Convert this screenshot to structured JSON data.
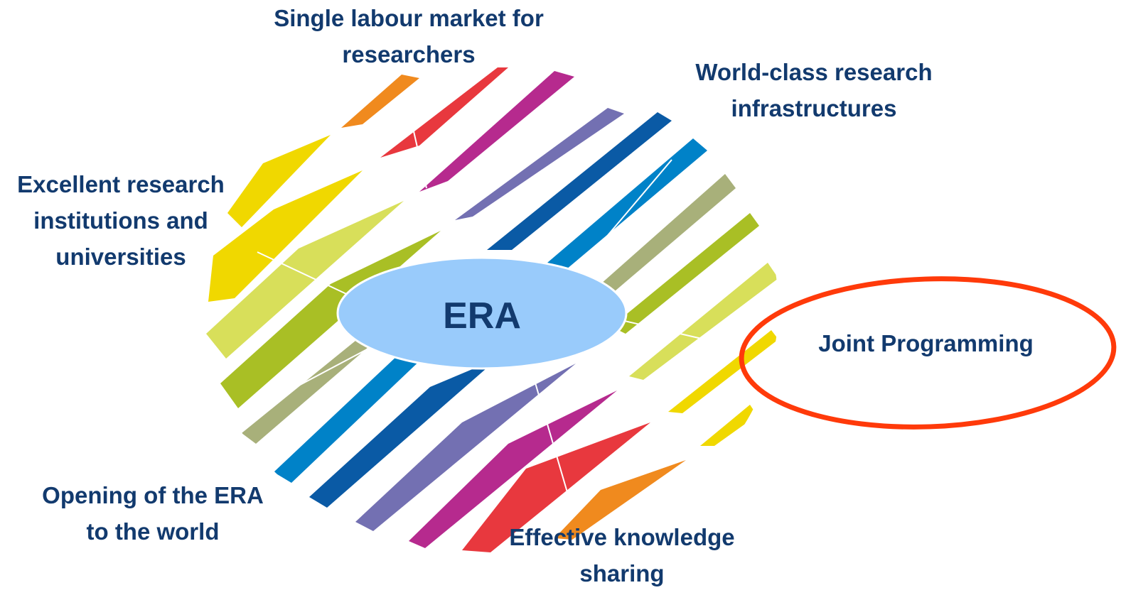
{
  "diagram": {
    "center": {
      "label": "ERA",
      "fill": "#99cbfb"
    },
    "pillars": [
      {
        "id": "single",
        "label": "Single labour market for\nresearchers"
      },
      {
        "id": "world",
        "label": "World-class research\ninfrastructures"
      },
      {
        "id": "excellent",
        "label": "Excellent research\ninstitutions and\nuniversities"
      },
      {
        "id": "opening",
        "label": "Opening of the ERA\nto the world"
      },
      {
        "id": "effective",
        "label": "Effective knowledge\nsharing"
      },
      {
        "id": "joint",
        "label": "Joint Programming"
      }
    ],
    "highlight": {
      "target": "joint",
      "color": "#ff3a0a"
    },
    "colors": {
      "text": "#123a6e",
      "stripes": [
        "#f08a1e",
        "#e8383e",
        "#b62a8e",
        "#7370b2",
        "#0a5aa5",
        "#0082c8",
        "#a8b07a",
        "#a9bf25",
        "#d8df5a",
        "#f0d800"
      ]
    }
  }
}
